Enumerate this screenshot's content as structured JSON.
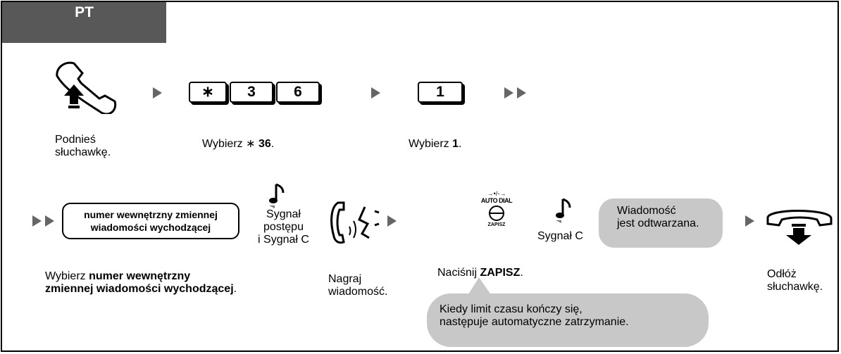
{
  "header": {
    "title": "PT"
  },
  "row1": {
    "step1": {
      "line1": "Podnieś",
      "line2": "słuchawkę."
    },
    "keys": {
      "star": "∗",
      "k3": "3",
      "k6": "6",
      "k1": "1"
    },
    "step2": {
      "prefix": "Wybierz ",
      "star": "∗",
      "code": "36",
      "suffix": "."
    },
    "step3": {
      "prefix": "Wybierz ",
      "code": "1",
      "suffix": "."
    }
  },
  "row2": {
    "pill": {
      "line1": "numer wewnętrzny zmiennej",
      "line2": "wiadomości wychodzącej"
    },
    "tone1": {
      "line1": "Sygnał",
      "line2": "postępu",
      "line3": "i Sygnał C"
    },
    "autodial": {
      "top": "→•/-→",
      "label": "AUTO DIAL",
      "bottom": "ZAPISZ"
    },
    "tone2": {
      "label": "Sygnał C"
    },
    "bubble_playback": {
      "line1": "Wiadomość",
      "line2": "jest odtwarzana."
    },
    "step_dial": {
      "prefix": "Wybierz ",
      "bold1": "numer wewnętrzny",
      "bold2": "zmiennej wiadomości wychodzącej",
      "suffix": "."
    },
    "step_record": {
      "line1": "Nagraj",
      "line2": "wiadomość."
    },
    "step_press": {
      "prefix": "Naciśnij ",
      "bold": "ZAPISZ",
      "suffix": "."
    },
    "bubble_note": {
      "line1": "Kiedy limit czasu kończy się,",
      "line2": "następuje automatyczne zatrzymanie."
    },
    "step_hangup": {
      "line1": "Odłóż",
      "line2": "słuchawkę."
    }
  }
}
